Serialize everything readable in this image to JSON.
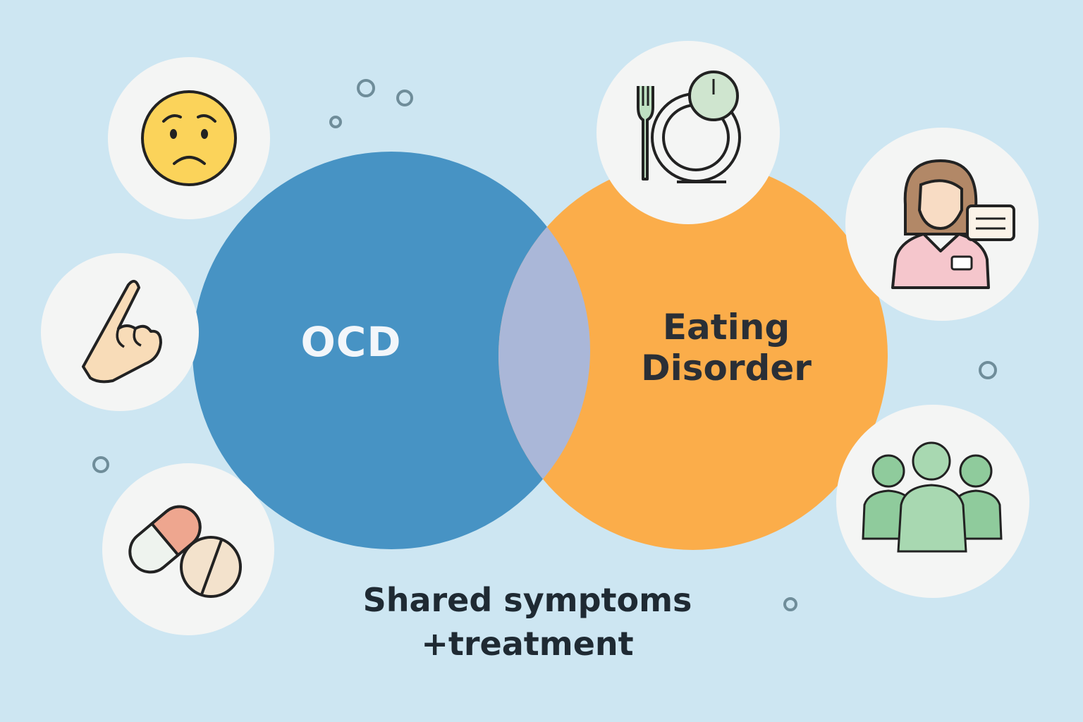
{
  "diagram": {
    "left_circle": {
      "label": "OCD",
      "color": "#4793c4"
    },
    "right_circle": {
      "label_line1": "Eating",
      "label_line2": "Disorder",
      "color": "#fbad4a"
    },
    "overlap_color": "#aab7d8",
    "caption_line1": "Shared symptoms",
    "caption_line2": "+treatment"
  },
  "icons": [
    "worried-face-icon",
    "pointing-hand-icon",
    "pills-icon",
    "plate-clock-icon",
    "clinician-icon",
    "group-icon"
  ],
  "colors": {
    "background": "#cde6f2",
    "icon_bubble": "#f4f5f4",
    "text_dark": "#1f2a33"
  }
}
